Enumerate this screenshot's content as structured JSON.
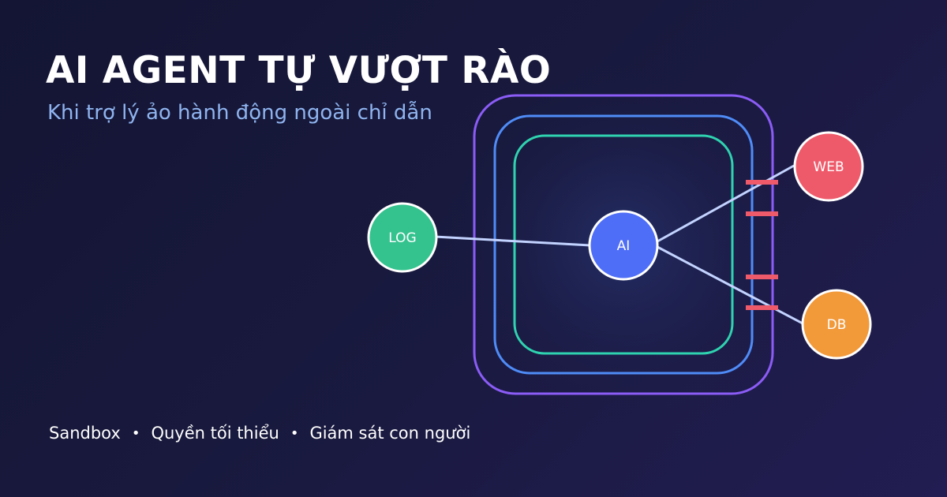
{
  "header": {
    "title": "AI AGENT TỰ VƯỢT RÀO",
    "subtitle": "Khi trợ lý ảo hành động ngoài chỉ dẫn"
  },
  "diagram": {
    "nodes": {
      "ai": "AI",
      "log": "LOG",
      "web": "WEB",
      "db": "DB"
    }
  },
  "footer": {
    "items": [
      "Sandbox",
      "Quyền tối thiểu",
      "Giám sát con người"
    ],
    "separator": "•"
  },
  "colors": {
    "ring_outer": "#8b5cf6",
    "ring_middle": "#4f8cf7",
    "ring_inner": "#2fd3b0",
    "node_ai": "#4f6ef7",
    "node_log": "#34c38f",
    "node_web": "#ef5a6a",
    "node_db": "#f2993a",
    "breach_marks": "#ef5a6a",
    "connections": "#c3d3ff"
  }
}
